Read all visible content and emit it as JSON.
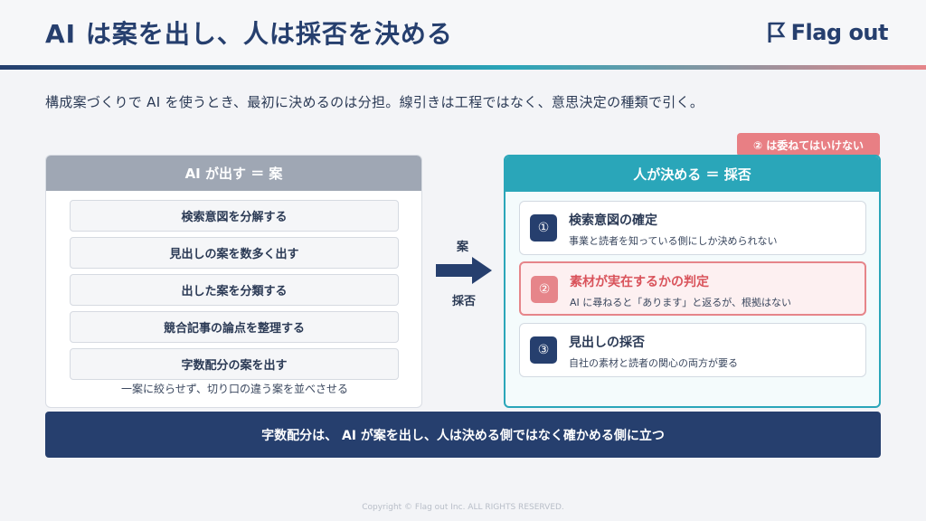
{
  "header": {
    "title": "AI は案を出し、人は採否を決める",
    "logo_text": "Flag out"
  },
  "lead": "構成案づくりで AI を使うとき、最初に決めるのは分担。線引きは工程ではなく、意思決定の種類で引く。",
  "ai_panel": {
    "heading": "AI が出す ＝ 案",
    "items": [
      "検索意図を分解する",
      "見出しの案を数多く出す",
      "出した案を分類する",
      "競合記事の論点を整理する",
      "字数配分の案を出す"
    ],
    "note": "一案に絞らせず、切り口の違う案を並べさせる"
  },
  "arrow": {
    "top_label": "案",
    "bottom_label": "採否"
  },
  "warning_tag": "② は委ねてはいけない",
  "human_panel": {
    "heading": "人が決める ＝ 採否",
    "decisions": [
      {
        "num": "①",
        "title": "検索意図の確定",
        "sub": "事業と読者を知っている側にしか決められない"
      },
      {
        "num": "②",
        "title": "素材が実在するかの判定",
        "sub": "AI に尋ねると「あります」と返るが、根拠はない"
      },
      {
        "num": "③",
        "title": "見出しの採否",
        "sub": "自社の素材と読者の関心の両方が要る"
      }
    ]
  },
  "banner": "字数配分は、 AI が案を出し、人は決める側ではなく確かめる側に立つ",
  "copyright": "Copyright © Flag out Inc. ALL RIGHTS RESERVED.",
  "colors": {
    "navy": "#263f6e",
    "teal": "#2aa6b9",
    "coral": "#e6858a",
    "gray_head": "#9fa7b4"
  }
}
